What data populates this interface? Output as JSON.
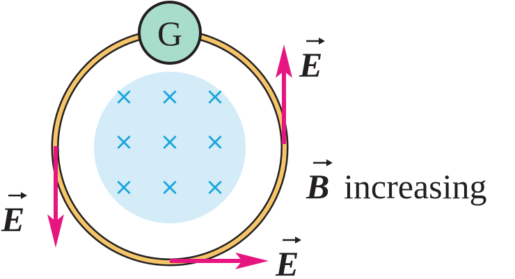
{
  "meter": {
    "label": "G",
    "fill": "#a9ddcb",
    "stroke": "#231f20"
  },
  "loop": {
    "outer_color": "#231f20",
    "inner_color": "#f5c56a"
  },
  "field_region": {
    "fill": "#d4ecf8",
    "marker_glyph": "×",
    "marker_color": "#1aa5dc",
    "marker_count": 9
  },
  "arrows": {
    "color": "#e6157f"
  },
  "labels": {
    "e_symbol": "E",
    "b_symbol": "B",
    "b_caption": "increasing",
    "text_color": "#231f20"
  }
}
